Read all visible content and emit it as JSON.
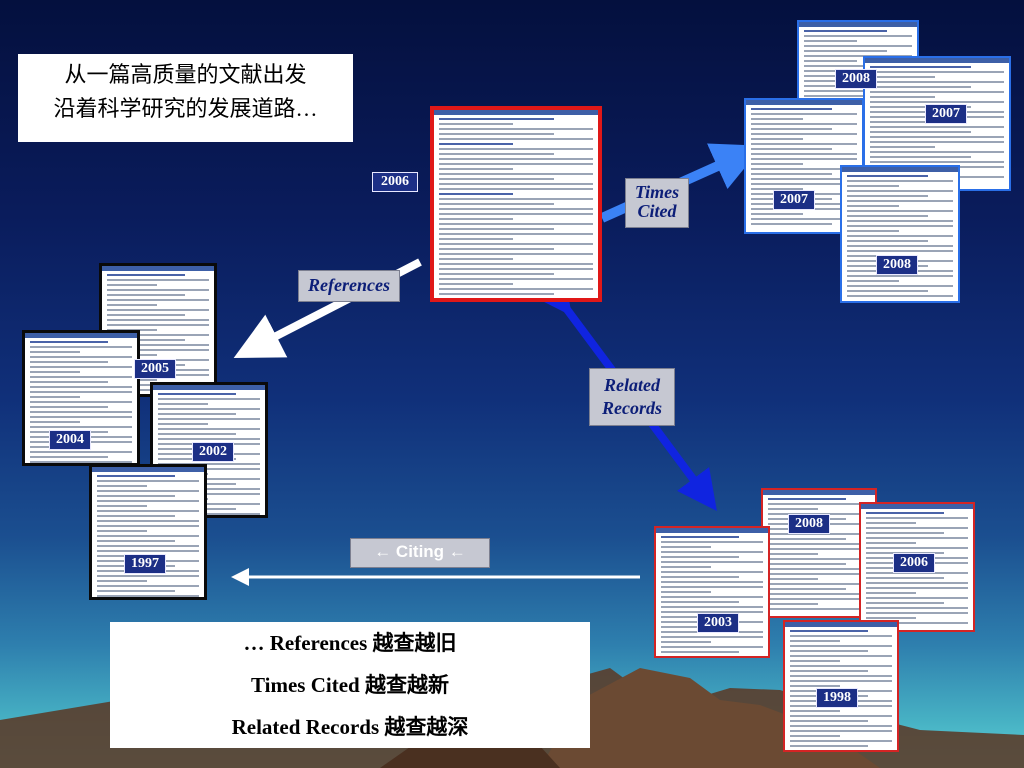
{
  "intro": {
    "line1": "从一篇高质量的文献出发",
    "line2": "沿着科学研究的发展道路…"
  },
  "center_year": "2006",
  "labels": {
    "times_cited_1": "Times",
    "times_cited_2": "Cited",
    "references": "References",
    "related_1": "Related",
    "related_2": "Records",
    "citing": "← Citing ←"
  },
  "years": {
    "tr_2008_top": "2008",
    "tr_2007_right": "2007",
    "tr_2007_mid": "2007",
    "tr_2008_low": "2008",
    "l_2005": "2005",
    "l_2004": "2004",
    "l_2002": "2002",
    "l_1997": "1997",
    "br_2008": "2008",
    "br_2006": "2006",
    "br_2003": "2003",
    "br_1998": "1998"
  },
  "summary": {
    "line1": "… References 越查越旧",
    "line2": "Times Cited 越查越新",
    "line3": "Related Records 越查越深"
  },
  "colors": {
    "arrow_blue": "#3b82f6",
    "arrow_deep": "#1024e0",
    "frame_red": "#e01818",
    "year_bg": "#1c2f86"
  }
}
